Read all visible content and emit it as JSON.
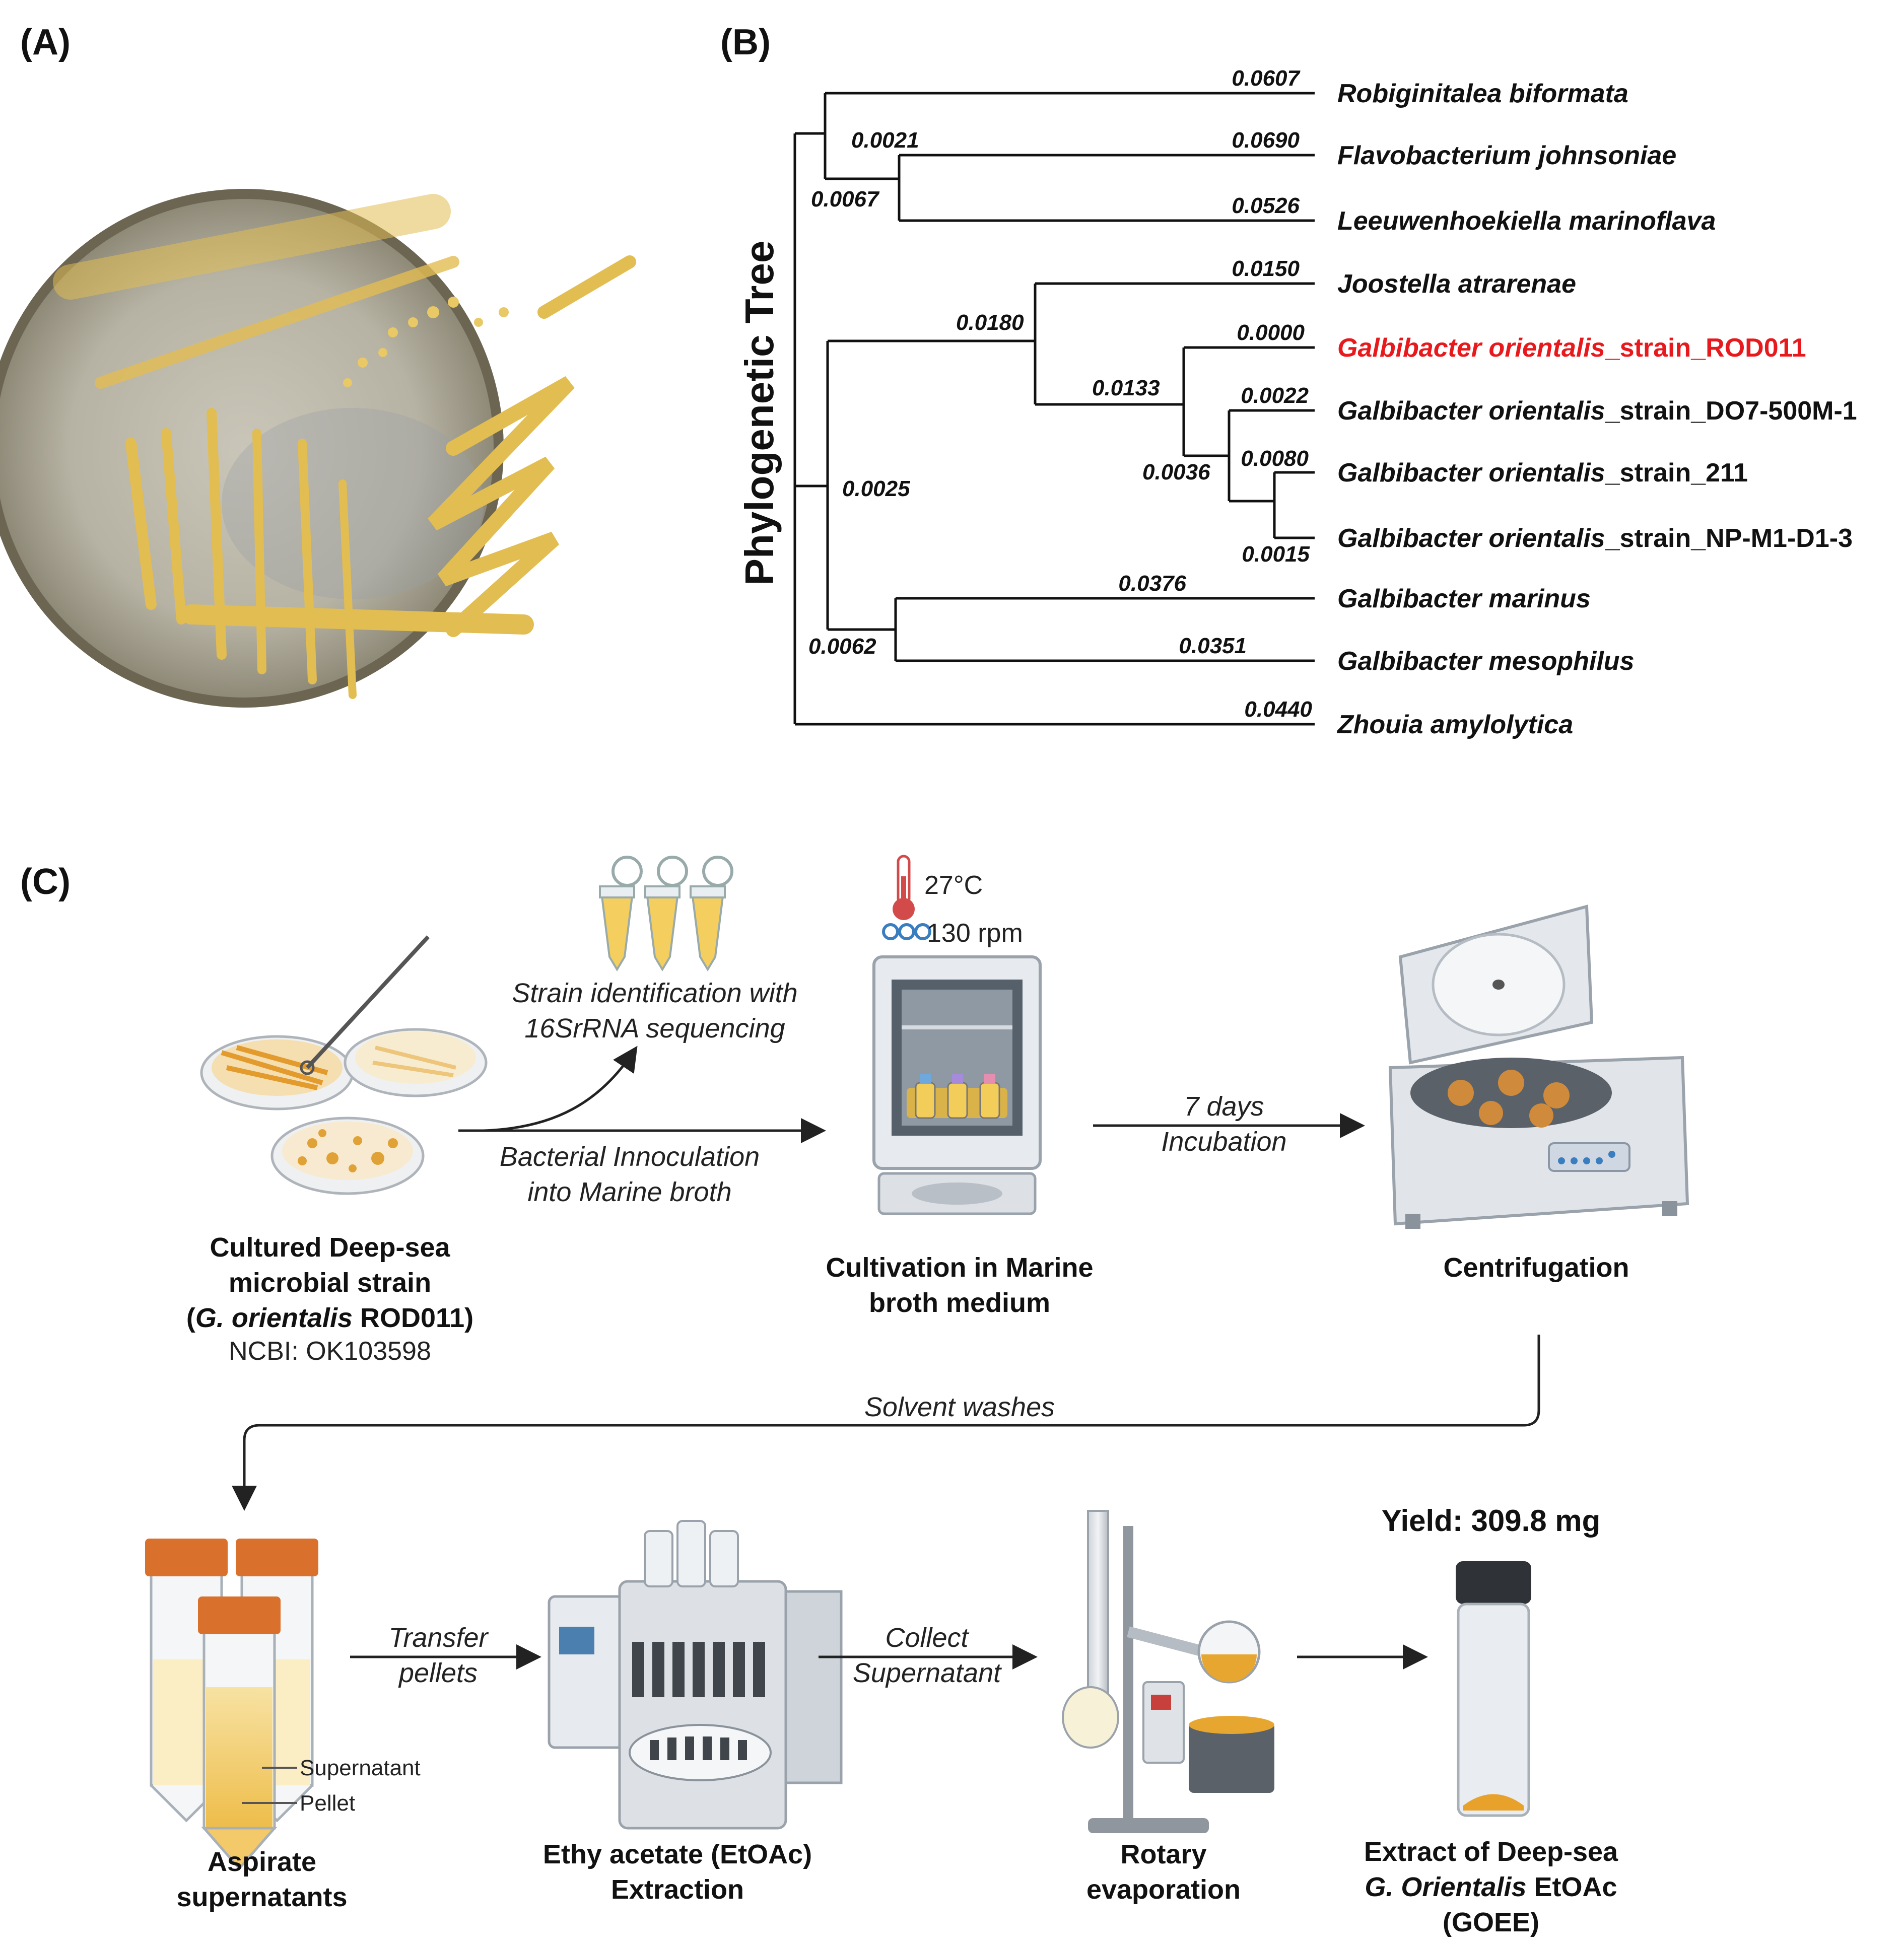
{
  "panel_labels": {
    "a": "(A)",
    "b": "(B)",
    "c": "(C)"
  },
  "tree": {
    "axis_title": "Phylogenetic Tree",
    "highlight_color": "#e8191c",
    "taxa": [
      {
        "name": "Robiginitalea biformata",
        "branch": "0.0607"
      },
      {
        "name": "Flavobacterium johnsoniae",
        "branch": "0.0690"
      },
      {
        "name": "Leeuwenhoekiella marinoflava",
        "branch": "0.0526"
      },
      {
        "name": "Joostella atrarenae",
        "branch": "0.0150"
      },
      {
        "name": "Galbibacter orientalis",
        "suffix": "_strain_ROD011",
        "branch": "0.0000"
      },
      {
        "name": "Galbibacter orientalis",
        "suffix": "_strain_DO7-500M-1",
        "branch": "0.0022"
      },
      {
        "name": "Galbibacter orientalis",
        "suffix": "_strain_211",
        "branch": "0.0080"
      },
      {
        "name": "Galbibacter orientalis",
        "suffix": "_strain_NP-M1-D1-3",
        "branch": "0.0015"
      },
      {
        "name": "Galbibacter marinus",
        "branch": "0.0376"
      },
      {
        "name": "Galbibacter mesophilus",
        "branch": "0.0351"
      },
      {
        "name": "Zhouia amylolytica",
        "branch": "0.0440"
      }
    ],
    "internal": {
      "n_flavo_leeu": "0.0021",
      "n_top": "0.0067",
      "n_joost": "0.0180",
      "n_gal_orient": "0.0133",
      "n_do7": "0.0036",
      "n_mid": "0.0025",
      "n_marinus": "0.0062"
    }
  },
  "workflow": {
    "temp": "27°C",
    "speed": "130 rpm",
    "strain_id": [
      "Strain identification with",
      "16SrRNA sequencing"
    ],
    "inoculation": [
      "Bacterial Innoculation",
      "into Marine broth"
    ],
    "incubation": [
      "7 days",
      "Incubation"
    ],
    "solvent": "Solvent washes",
    "transfer": [
      "Transfer",
      "pellets"
    ],
    "collect": [
      "Collect",
      "Supernatant"
    ],
    "yield": "Yield: 309.8 mg",
    "tube_labels": {
      "supernatant": "Supernatant",
      "pellet": "Pellet"
    },
    "cultured": {
      "line1": "Cultured Deep-sea",
      "line2": "microbial strain",
      "paren_open": "(",
      "species": "G. orientalis",
      "strain": " ROD011)",
      "ncbi": "NCBI: OK103598"
    },
    "cultivation": [
      "Cultivation in Marine",
      "broth medium"
    ],
    "centrifugation": "Centrifugation",
    "aspirate": [
      "Aspirate",
      "supernatants"
    ],
    "extraction": [
      "Ethy acetate (EtOAc)",
      "Extraction"
    ],
    "rotary": [
      "Rotary",
      "evaporation"
    ],
    "extract": {
      "line1": "Extract of Deep-sea",
      "species": "G. Orientalis",
      "rest": " EtOAc",
      "line3": "(GOEE)"
    }
  }
}
